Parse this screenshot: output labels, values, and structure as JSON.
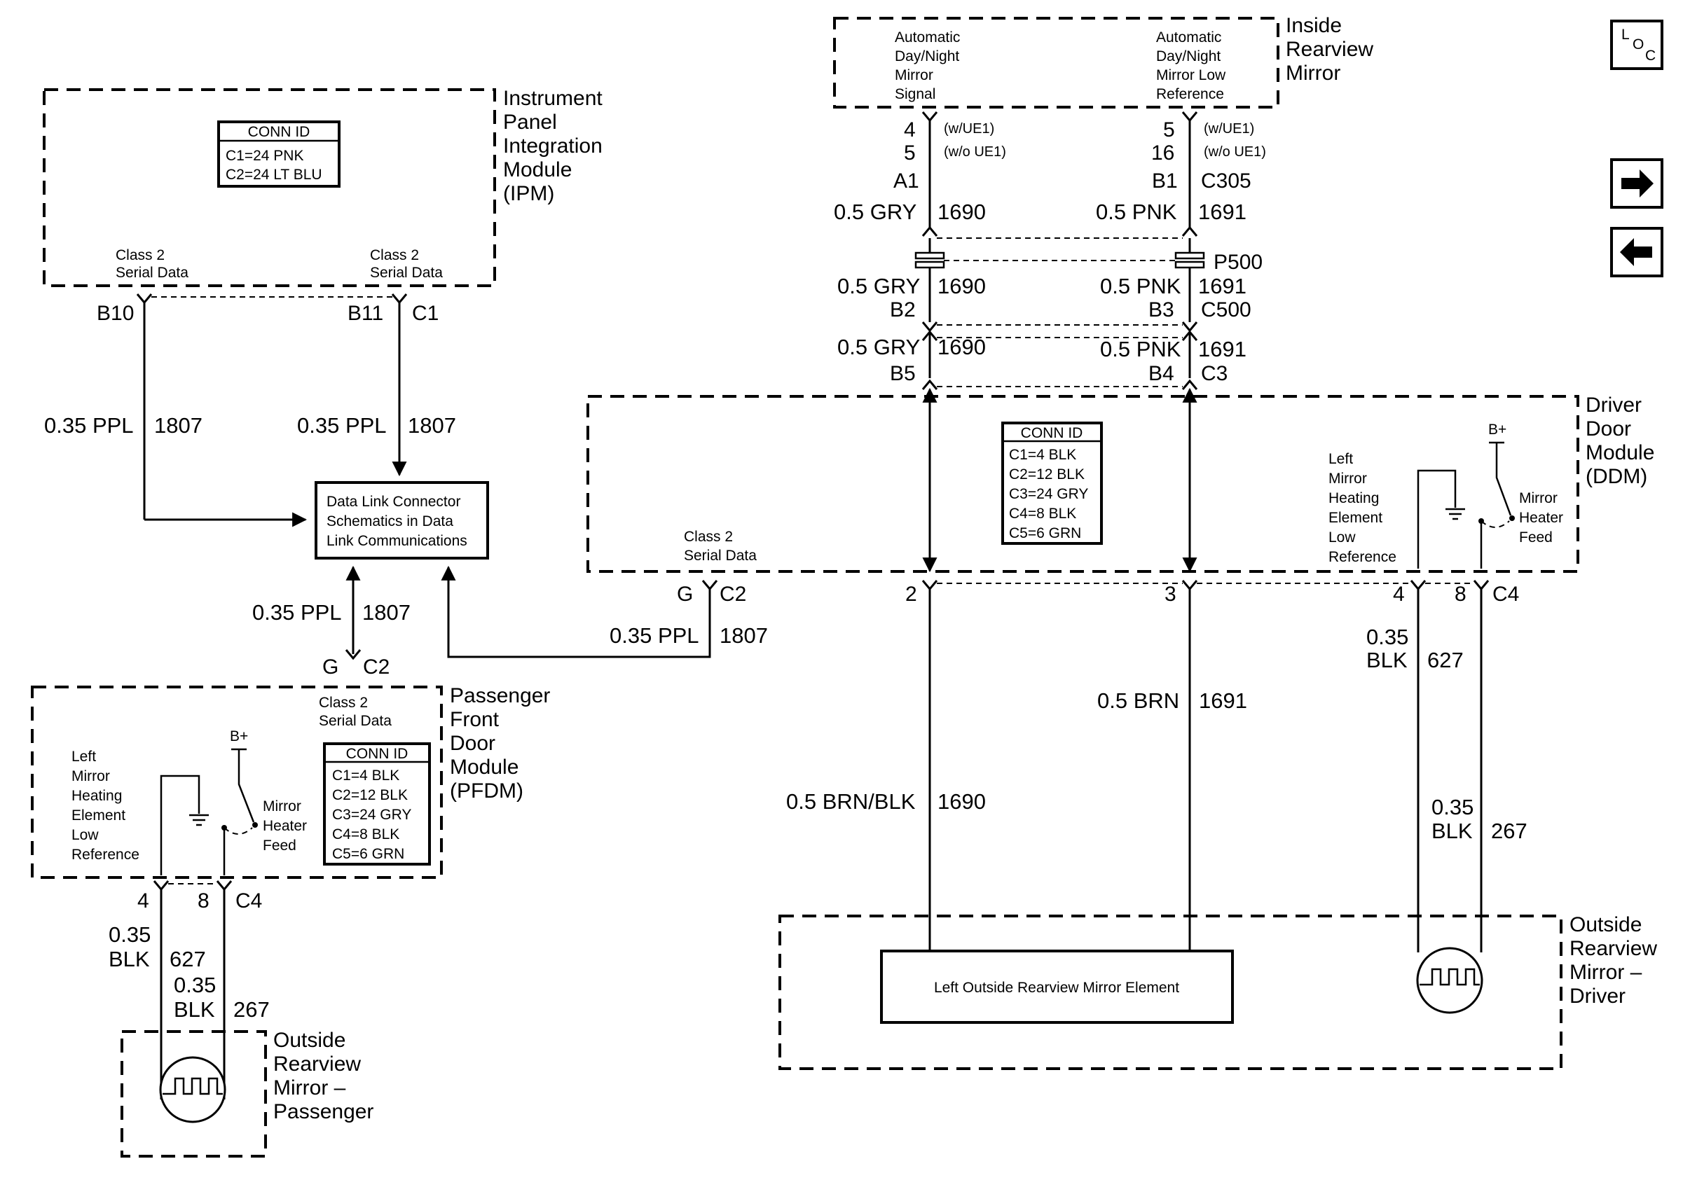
{
  "modules": {
    "ipm": {
      "lines": [
        "Instrument",
        "Panel",
        "Integration",
        "Module",
        "(IPM)"
      ]
    },
    "inside_mirror": {
      "lines": [
        "Inside",
        "Rearview",
        "Mirror"
      ]
    },
    "ddm": {
      "lines": [
        "Driver",
        "Door",
        "Module",
        "(DDM)"
      ]
    },
    "pfdm": {
      "lines": [
        "Passenger",
        "Front",
        "Door",
        "Module",
        "(PFDM)"
      ]
    },
    "outside_driver": {
      "lines": [
        "Outside",
        "Rearview",
        "Mirror –",
        "Driver"
      ]
    },
    "outside_passenger": {
      "lines": [
        "Outside",
        "Rearview",
        "Mirror –",
        "Passenger"
      ]
    }
  },
  "conn_ids": {
    "ipm": {
      "title": "CONN ID",
      "items": [
        "C1=24 PNK",
        "C2=24 LT BLU"
      ]
    },
    "ddm": {
      "title": "CONN ID",
      "items": [
        "C1=4 BLK",
        "C2=12 BLK",
        "C3=24 GRY",
        "C4=8 BLK",
        "C5=6 GRN"
      ]
    },
    "pfdm": {
      "title": "CONN ID",
      "items": [
        "C1=4 BLK",
        "C2=12 BLK",
        "C3=24 GRY",
        "C4=8 BLK",
        "C5=6 GRN"
      ]
    }
  },
  "dlc": {
    "lines": [
      "Data Link Connector",
      "Schematics in Data",
      "Link Communications"
    ]
  },
  "element": {
    "label": "Left Outside Rearview Mirror Element"
  },
  "signals": {
    "class2": [
      "Class 2",
      "Serial Data"
    ],
    "mirror_signal": [
      "Automatic",
      "Day/Night",
      "Mirror",
      "Signal"
    ],
    "mirror_low_ref": [
      "Automatic",
      "Day/Night",
      "Mirror Low",
      "Reference"
    ],
    "heating_low_ref": [
      "Left",
      "Mirror",
      "Heating",
      "Element",
      "Low",
      "Reference"
    ],
    "heater_feed": [
      "Mirror",
      "Heater",
      "Feed"
    ],
    "b_plus": "B+"
  },
  "pins": {
    "b10": "B10",
    "b11": "B11",
    "c1": "C1",
    "g": "G",
    "c2": "C2",
    "p4": "4",
    "p5": "5",
    "p16": "16",
    "a1": "A1",
    "b1": "B1",
    "c305": "C305",
    "p500": "P500",
    "b2": "B2",
    "b3": "B3",
    "c500": "C500",
    "b5": "B5",
    "b4": "B4",
    "c3": "C3",
    "p2": "2",
    "p3": "3",
    "p8": "8",
    "c4": "C4",
    "w_ue1": "(w/UE1)",
    "wo_ue1": "(w/o UE1)"
  },
  "wires": {
    "ppl": "0.35 PPL",
    "c1807": "1807",
    "gry": "0.5 GRY",
    "c1690": "1690",
    "pnk": "0.5 PNK",
    "c1691": "1691",
    "brn": "0.5 BRN",
    "brnblk": "0.5 BRN/BLK",
    "gauge035": "0.35",
    "blk": "BLK",
    "c627": "627",
    "c267": "267"
  },
  "icons": {
    "loc": {
      "l": "L",
      "o": "O",
      "c": "C"
    }
  }
}
